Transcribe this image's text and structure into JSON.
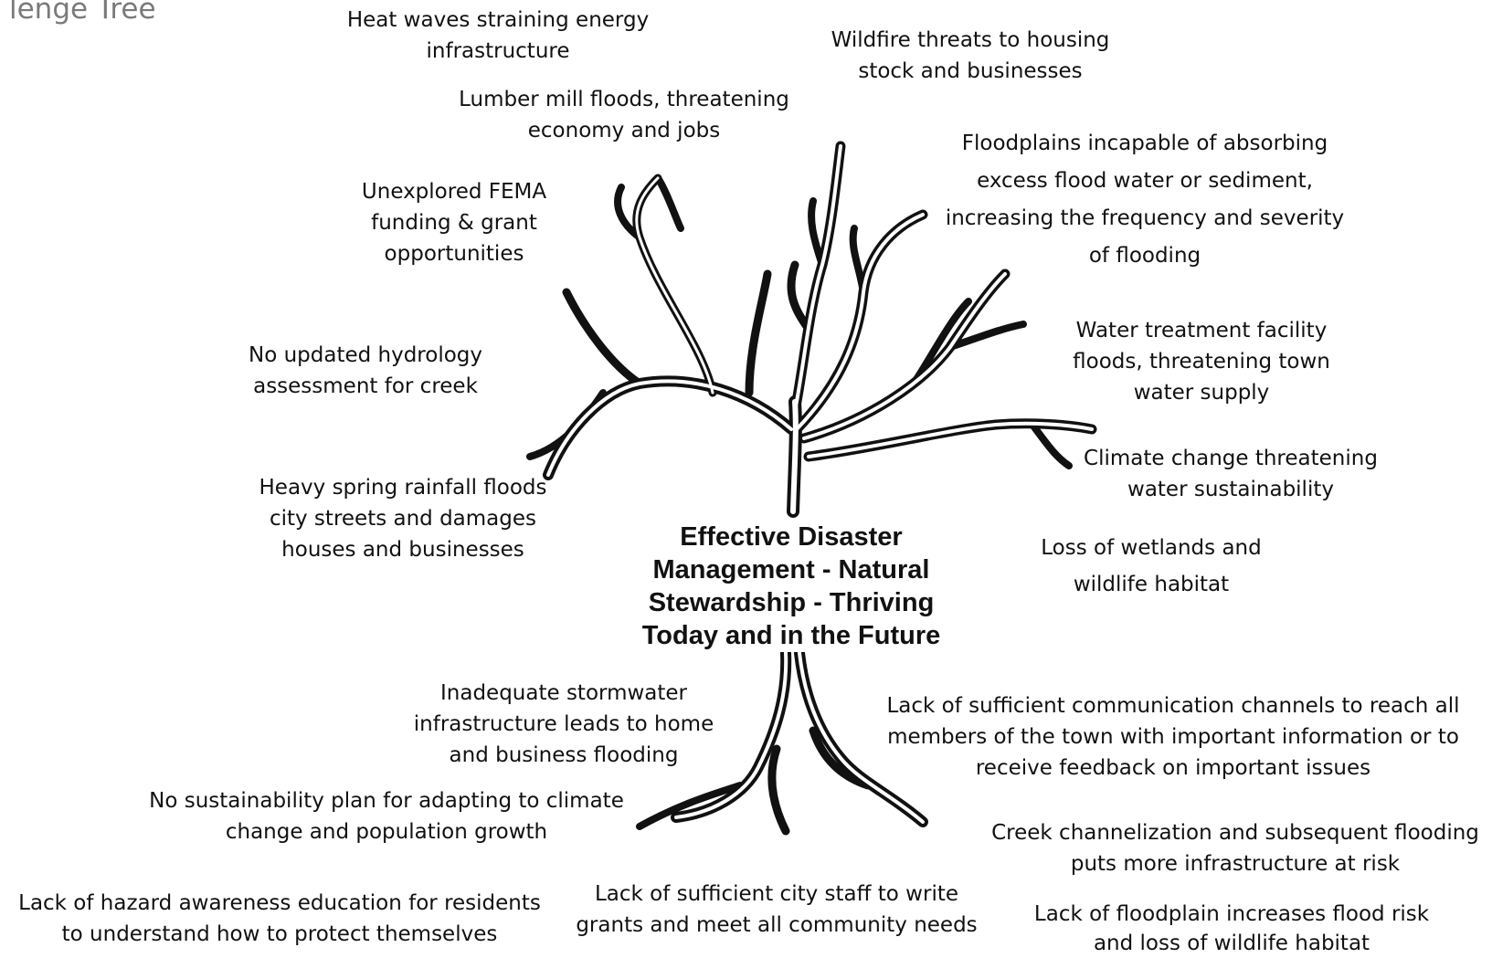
{
  "title_fragment": "lenge Tree",
  "center_goal": [
    "Effective Disaster",
    "Management - Natural",
    "Stewardship - Thriving",
    "Today and in the Future"
  ],
  "branch_challenges": [
    [
      "Heat waves straining energy",
      "infrastructure"
    ],
    [
      "Wildfire threats to housing",
      "stock and businesses"
    ],
    [
      "Lumber mill floods, threatening",
      "economy and jobs"
    ],
    [
      "Floodplains incapable of absorbing",
      "excess flood water or sediment,",
      "increasing the frequency and severity",
      "of flooding"
    ],
    [
      "Unexplored FEMA",
      "funding & grant",
      "opportunities"
    ],
    [
      "Water treatment facility",
      "floods, threatening town",
      "water supply"
    ],
    [
      "No updated hydrology",
      "assessment for creek"
    ],
    [
      "Climate change threatening",
      "water sustainability"
    ],
    [
      "Heavy spring rainfall floods",
      "city streets and damages",
      "houses and businesses"
    ],
    [
      "Loss of wetlands and",
      "wildlife habitat"
    ]
  ],
  "root_challenges": [
    [
      "Inadequate stormwater",
      "infrastructure leads to home",
      "and business flooding"
    ],
    [
      "Lack of sufficient communication channels to reach all",
      "members of the town with important information or to",
      "receive feedback on important issues"
    ],
    [
      "No sustainability plan for adapting to climate",
      "change and population growth"
    ],
    [
      "Creek channelization and subsequent flooding",
      "puts more infrastructure at risk"
    ],
    [
      "Lack of hazard awareness education for residents",
      "to understand how to protect themselves"
    ],
    [
      "Lack of sufficient city staff to write",
      "grants and meet all community needs"
    ],
    [
      "Lack of floodplain increases flood risk",
      "and loss of wildlife habitat"
    ]
  ]
}
